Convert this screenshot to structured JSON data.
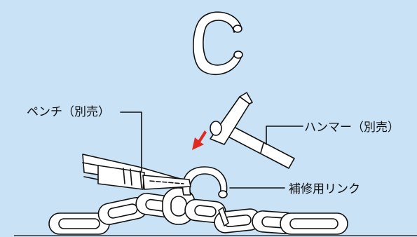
{
  "labels": {
    "pliers": "ペンチ（別売）",
    "hammer": "ハンマー（別売）",
    "repair_link": "補修用リンク"
  },
  "colors": {
    "background": "#c9e2f5",
    "arrow": "#e02a20",
    "outline": "#111111"
  }
}
